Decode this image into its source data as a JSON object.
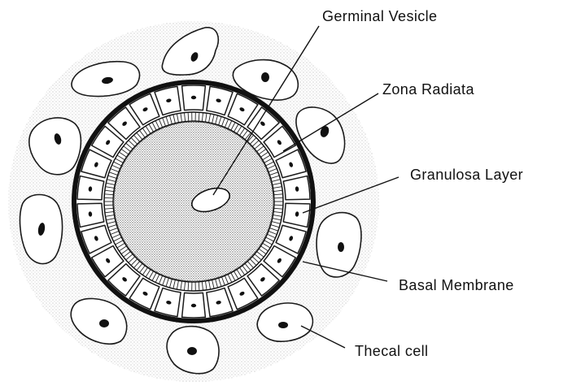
{
  "labels": {
    "germinal_vesicle": "Germinal Vesicle",
    "zona_radiata": "Zona Radiata",
    "granulosa_layer": "Granulosa Layer",
    "basal_membrane": "Basal Membrane",
    "thecal_cell": "Thecal cell"
  },
  "colors": {
    "ink": "#111111",
    "stipple": "#8a8a8a",
    "background": "#ffffff"
  }
}
